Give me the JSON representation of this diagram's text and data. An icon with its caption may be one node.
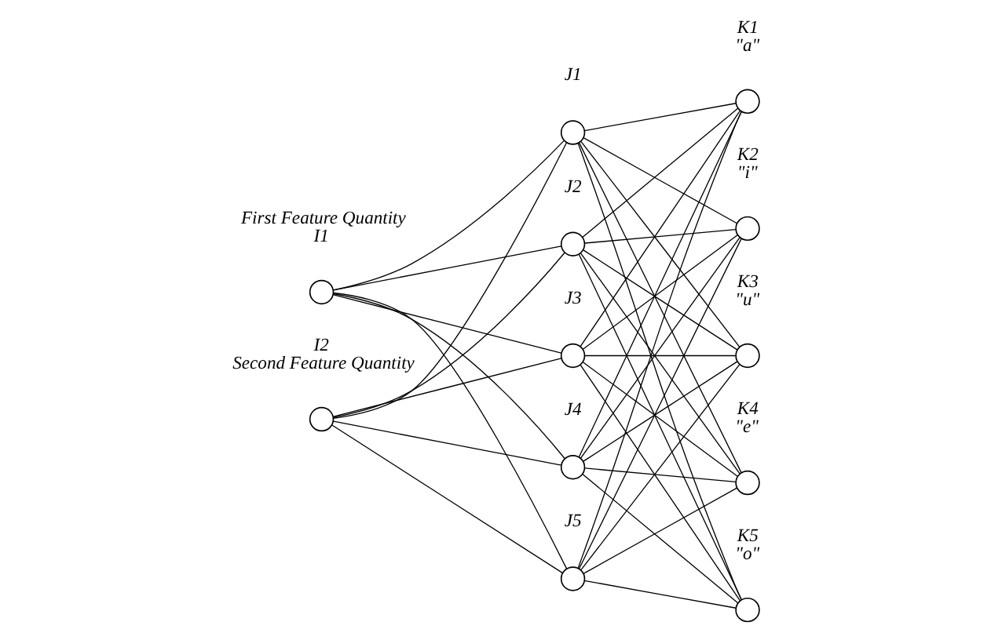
{
  "diagram": {
    "nodes": [
      {
        "text": [],
        "shape": "circle",
        "beside": [
          "First Feature Quantity",
          "I1"
        ]
      },
      {
        "text": [],
        "shape": "circle",
        "beside": [
          "I2",
          "Second Feature Quantity"
        ]
      },
      {
        "text": [],
        "shape": "circle",
        "beside": [
          "J1"
        ]
      },
      {
        "text": [],
        "shape": "circle",
        "beside": [
          "J2"
        ]
      },
      {
        "text": [],
        "shape": "circle",
        "beside": [
          "J3"
        ]
      },
      {
        "text": [],
        "shape": "circle",
        "beside": [
          "J4"
        ]
      },
      {
        "text": [],
        "shape": "circle",
        "beside": [
          "J5"
        ]
      },
      {
        "text": [],
        "shape": "circle",
        "beside": [
          "K1",
          "\"a\""
        ]
      },
      {
        "text": [],
        "shape": "circle",
        "beside": [
          "K2",
          "\"i\""
        ]
      },
      {
        "text": [],
        "shape": "circle",
        "beside": [
          "K3",
          "\"u\""
        ]
      },
      {
        "text": [],
        "shape": "circle",
        "beside": [
          "K4",
          "\"e\""
        ]
      },
      {
        "text": [],
        "shape": "circle",
        "beside": [
          "K5",
          "\"o\""
        ]
      }
    ],
    "edges": [
      {
        "from": 0,
        "to": 2,
        "arrow": "none"
      },
      {
        "from": 0,
        "to": 3,
        "arrow": "none"
      },
      {
        "from": 0,
        "to": 4,
        "arrow": "none"
      },
      {
        "from": 0,
        "to": 5,
        "arrow": "none"
      },
      {
        "from": 0,
        "to": 6,
        "arrow": "none"
      },
      {
        "from": 1,
        "to": 2,
        "arrow": "none"
      },
      {
        "from": 1,
        "to": 3,
        "arrow": "none"
      },
      {
        "from": 1,
        "to": 4,
        "arrow": "none"
      },
      {
        "from": 1,
        "to": 5,
        "arrow": "none"
      },
      {
        "from": 1,
        "to": 6,
        "arrow": "none"
      },
      {
        "from": 2,
        "to": 7,
        "arrow": "none"
      },
      {
        "from": 2,
        "to": 8,
        "arrow": "none"
      },
      {
        "from": 2,
        "to": 9,
        "arrow": "none"
      },
      {
        "from": 2,
        "to": 10,
        "arrow": "none"
      },
      {
        "from": 2,
        "to": 11,
        "arrow": "none"
      },
      {
        "from": 3,
        "to": 7,
        "arrow": "none"
      },
      {
        "from": 3,
        "to": 8,
        "arrow": "none"
      },
      {
        "from": 3,
        "to": 9,
        "arrow": "none"
      },
      {
        "from": 3,
        "to": 10,
        "arrow": "none"
      },
      {
        "from": 3,
        "to": 11,
        "arrow": "none"
      },
      {
        "from": 4,
        "to": 7,
        "arrow": "none"
      },
      {
        "from": 4,
        "to": 8,
        "arrow": "none"
      },
      {
        "from": 4,
        "to": 9,
        "arrow": "none"
      },
      {
        "from": 4,
        "to": 10,
        "arrow": "none"
      },
      {
        "from": 4,
        "to": 11,
        "arrow": "none"
      },
      {
        "from": 5,
        "to": 7,
        "arrow": "none"
      },
      {
        "from": 5,
        "to": 8,
        "arrow": "none"
      },
      {
        "from": 5,
        "to": 9,
        "arrow": "none"
      },
      {
        "from": 5,
        "to": 10,
        "arrow": "none"
      },
      {
        "from": 5,
        "to": 11,
        "arrow": "none"
      },
      {
        "from": 6,
        "to": 7,
        "arrow": "none"
      },
      {
        "from": 6,
        "to": 8,
        "arrow": "none"
      },
      {
        "from": 6,
        "to": 9,
        "arrow": "none"
      },
      {
        "from": 6,
        "to": 10,
        "arrow": "none"
      },
      {
        "from": 6,
        "to": 11,
        "arrow": "none"
      }
    ]
  }
}
